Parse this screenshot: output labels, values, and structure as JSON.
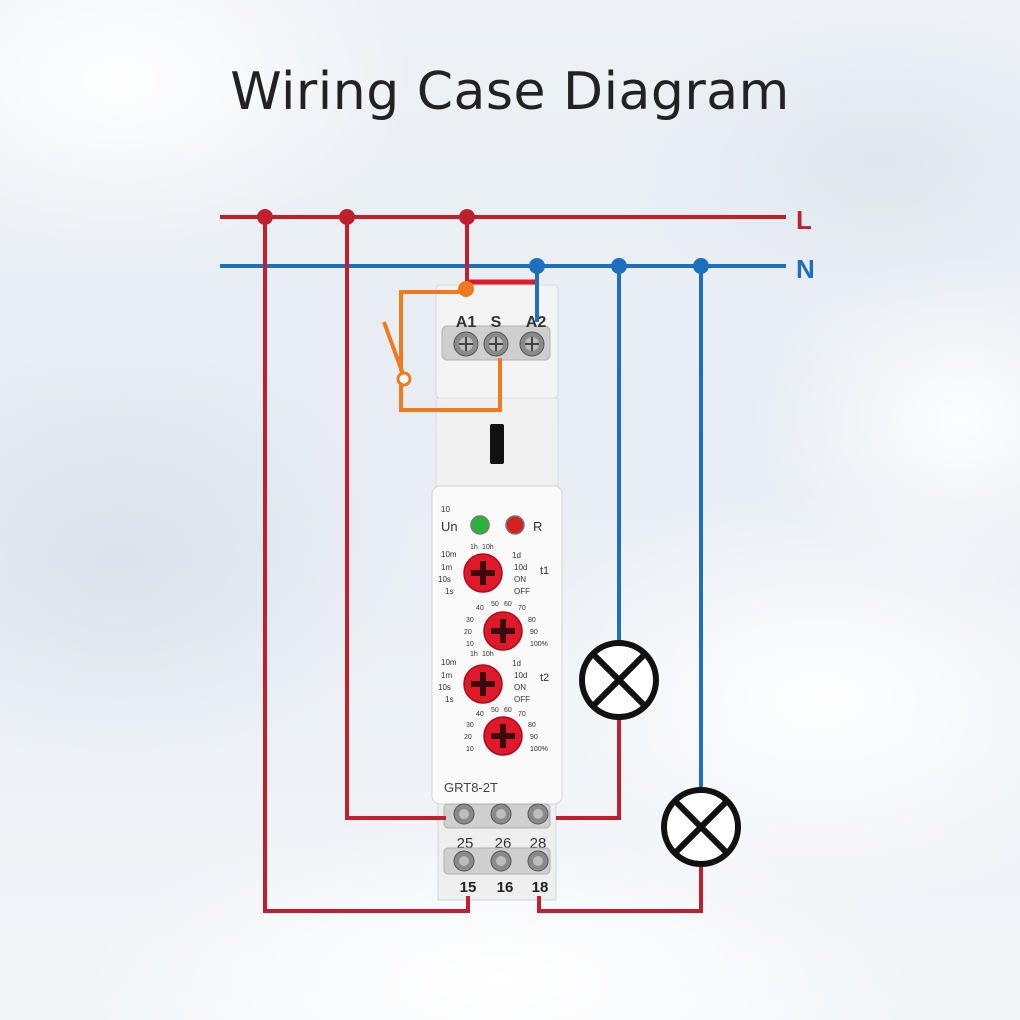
{
  "title": "Wiring Case Diagram",
  "lines": {
    "live": "L",
    "neutral": "N"
  },
  "device": {
    "model": "GRT8-2T",
    "top_terminals": [
      "A1",
      "S",
      "A2"
    ],
    "indicators": {
      "power": "Un",
      "relay": "R",
      "small_mark": "10"
    },
    "dials": {
      "t1_label": "t1",
      "t2_label": "t2",
      "range_left": [
        "1h",
        "10h",
        "10m",
        "1m",
        "10s",
        "1s"
      ],
      "range_right": [
        "1d",
        "10d",
        "ON",
        "OFF"
      ],
      "percent_top": [
        "40",
        "50",
        "60",
        "70"
      ],
      "percent_left": [
        "30",
        "20",
        "10"
      ],
      "percent_right": [
        "80",
        "90",
        "100%"
      ]
    },
    "bottom_terminals_upper": [
      "25",
      "26",
      "28"
    ],
    "bottom_terminals_lower": [
      "15",
      "16",
      "18"
    ]
  },
  "colors": {
    "live": "#c0202e",
    "neutral": "#1e6fbe",
    "switch": "#f07b1f",
    "dial": "#e0192a",
    "led_green": "#2bb43c",
    "led_red": "#d42020"
  }
}
